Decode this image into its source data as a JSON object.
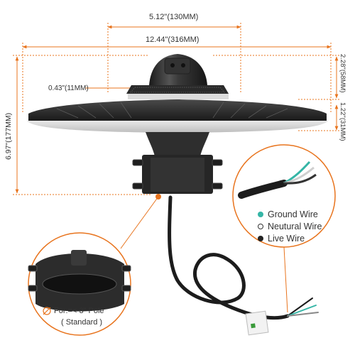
{
  "dimensions": {
    "top_width": "5.12\"(130MM)",
    "overall_width": "12.44\"(316MM)",
    "ring_thickness": "0.43\"(11MM)",
    "top_height": "2.28\"(58MM)",
    "disc_height": "1.22\"(31MM)",
    "total_height": "6.97\"(177MM)"
  },
  "wires": {
    "items": [
      {
        "label": "Ground Wire",
        "color": "#35b5a6"
      },
      {
        "label": "Neutural Wire",
        "color": "#ffffff"
      },
      {
        "label": "Live Wire",
        "color": "#222222"
      }
    ]
  },
  "pole": {
    "line1": "For:=< 3\" Pole",
    "line2": "( Standard )"
  },
  "colors": {
    "accent": "#e8741e",
    "body": "#2b2b2b"
  }
}
